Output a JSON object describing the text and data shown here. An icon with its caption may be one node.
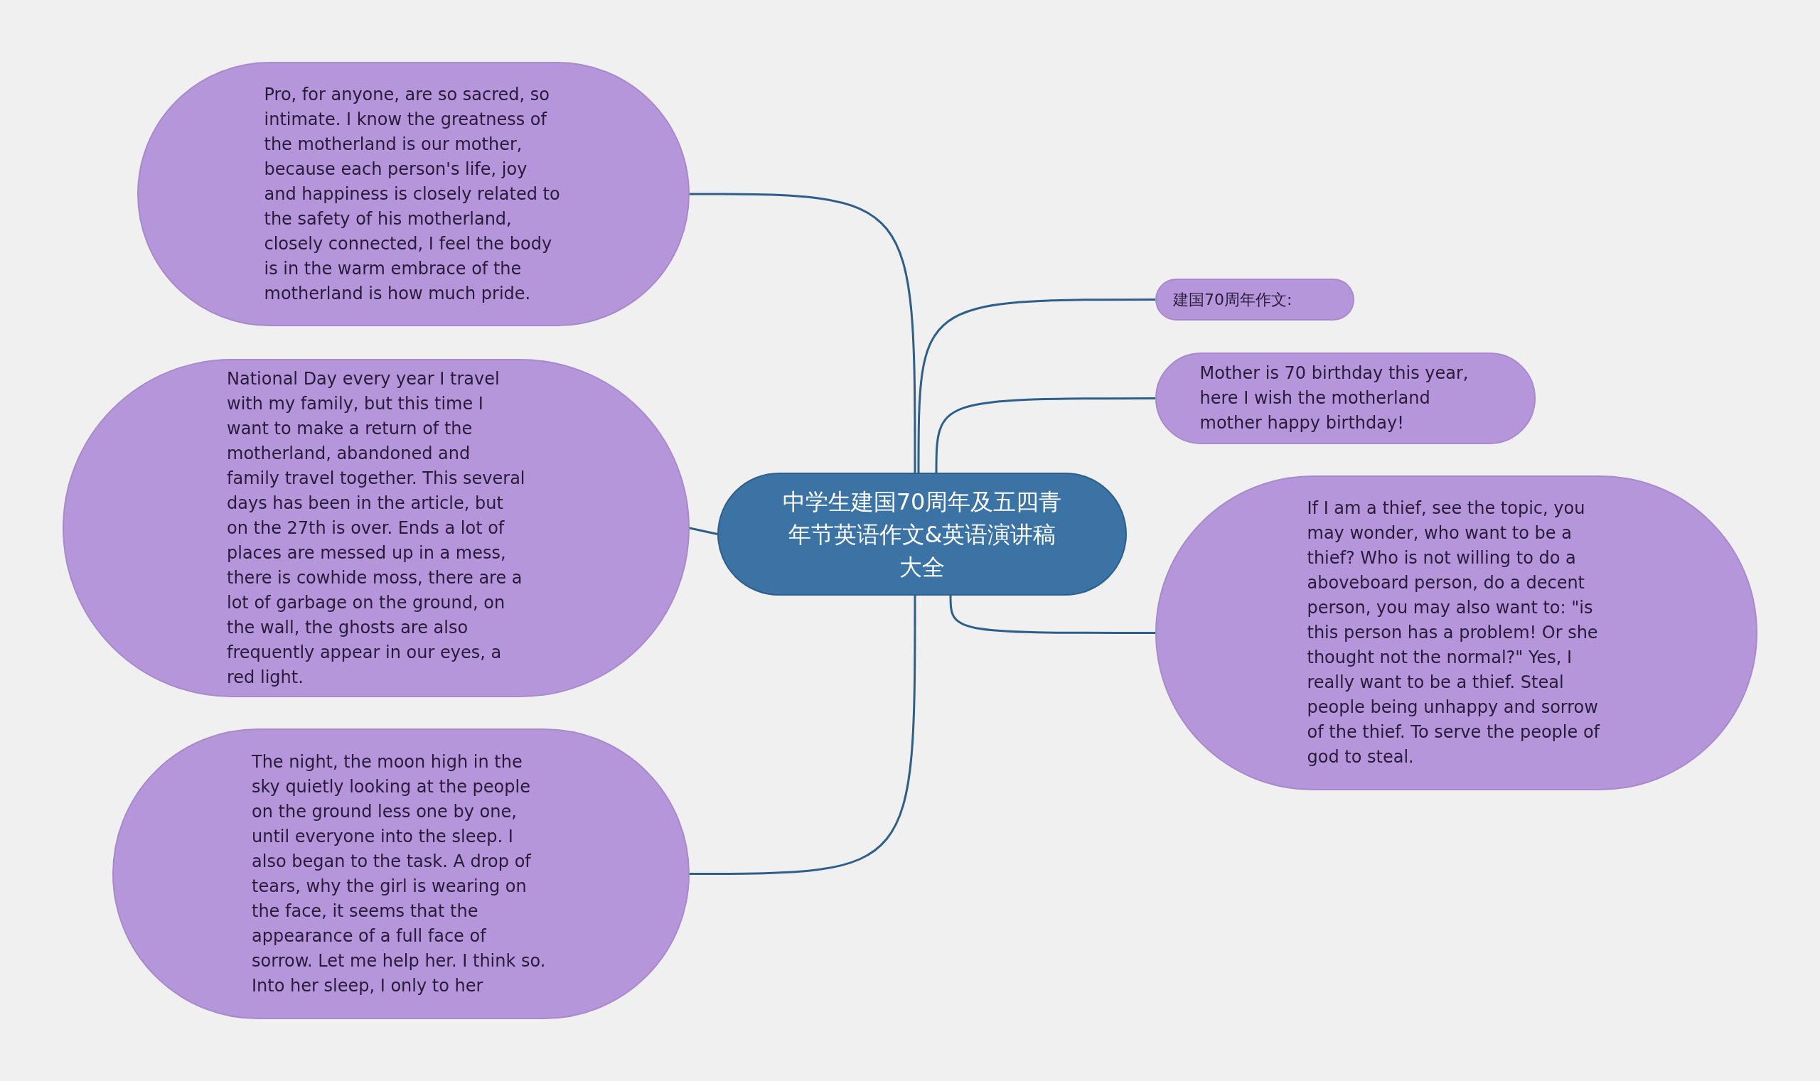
{
  "diagram": {
    "nodes": [
      {
        "text": [
          "中学生建国70周年及五四青年节英语作文&英语演讲稿大全"
        ]
      },
      {
        "text": [
          "Pro, for anyone, are so sacred, so intimate. I know the greatness of the motherland is our mother, because each person's life, joy and happiness is closely related to the safety of his motherland, closely connected, I feel the body is in the warm embrace of the motherland is how much pride."
        ]
      },
      {
        "text": [
          "National Day every year I travel with my family, but this time I want to make a return of the motherland, abandoned and family travel together. This several days has been in the article, but on the 27th is over. Ends a lot of places are messed up in a mess, there is cowhide moss, there are a lot of garbage on the ground, on the wall, the ghosts are also frequently appear in our eyes, a red light."
        ]
      },
      {
        "text": [
          "The night, the moon high in the sky quietly looking at the people on the ground less one by one, until everyone into the sleep. I also began to the task. A drop of tears, why the girl is wearing on the face, it seems that the appearance of a full face of sorrow. Let me help her. I think so. Into her sleep, I only to her"
        ]
      },
      {
        "text": [
          "建国70周年作文:"
        ]
      },
      {
        "text": [
          "Mother is 70 birthday this year, here I wish the motherland mother happy birthday!"
        ]
      },
      {
        "text": [
          "If I am a thief, see the topic, you may wonder, who want to be a thief? Who is not willing to do a aboveboard person, do a decent person, you may also want to: \"is this person has a problem! Or she thought not the normal?\" Yes, I really want to be a thief. Steal people being unhappy and sorrow of the thief. To serve the people of god to steal."
        ]
      }
    ],
    "edges": [
      {
        "from": 0,
        "to": 1,
        "arrow": "none"
      },
      {
        "from": 0,
        "to": 2,
        "arrow": "none"
      },
      {
        "from": 0,
        "to": 3,
        "arrow": "none"
      },
      {
        "from": 0,
        "to": 4,
        "arrow": "none"
      },
      {
        "from": 0,
        "to": 5,
        "arrow": "none"
      },
      {
        "from": 0,
        "to": 6,
        "arrow": "none"
      }
    ]
  }
}
